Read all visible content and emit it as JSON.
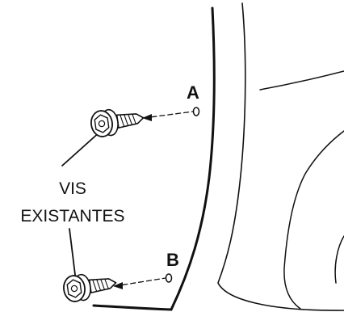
{
  "labels": {
    "point_a": "A",
    "point_b": "B",
    "caption_line1": "VIS",
    "caption_line2": "EXISTANTES"
  },
  "colors": {
    "ink": "#111111",
    "background": "#ffffff"
  }
}
